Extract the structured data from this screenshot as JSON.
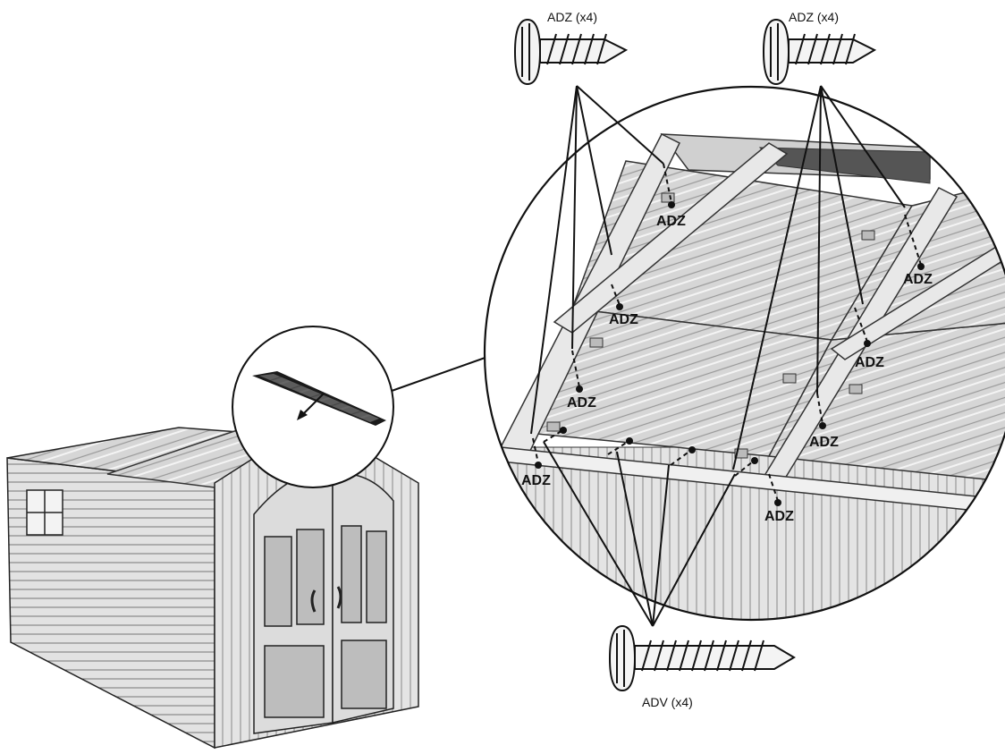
{
  "colors": {
    "line": "#111111",
    "shed_fill": "#d9d9d9",
    "panel_fill": "#cfcfcf",
    "panel_highlight": "#e6e6e6"
  },
  "screws": {
    "top_left": {
      "label": "ADZ (x4)",
      "icon": "screw-short-icon"
    },
    "top_right": {
      "label": "ADZ (x4)",
      "icon": "screw-short-icon"
    },
    "bottom": {
      "label": "ADV (x4)",
      "icon": "screw-long-icon"
    }
  },
  "callouts": [
    "ADZ",
    "ADZ",
    "ADZ",
    "ADZ",
    "ADZ",
    "ADZ",
    "ADZ",
    "ADZ"
  ]
}
